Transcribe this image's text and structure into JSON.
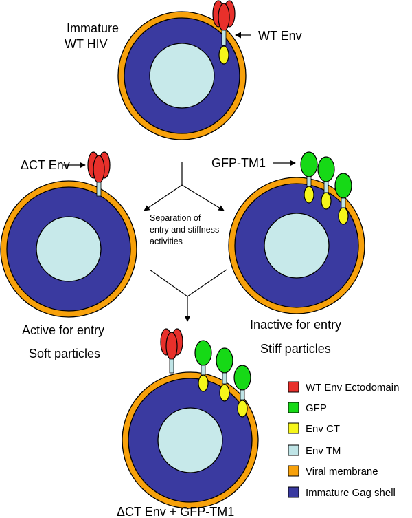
{
  "colors": {
    "env_ectodomain": "#e8302b",
    "gfp": "#16d916",
    "env_ct": "#f5f51a",
    "env_tm": "#bfe4e6",
    "viral_membrane": "#f7a10b",
    "gag_shell": "#3a3aa0",
    "core": "#c7e9ea"
  },
  "labels": {
    "immature_line1": "Immature",
    "immature_line2": "WT HIV",
    "wt_env": "WT Env",
    "dct_env": "ΔCT Env",
    "gfp_tm1": "GFP-TM1",
    "separation_line1": "Separation of",
    "separation_line2": "entry and stiffness",
    "separation_line3": "activities",
    "active_for_entry": "Active for entry",
    "soft_particles": "Soft particles",
    "inactive_for_entry": "Inactive for entry",
    "stiff_particles": "Stiff particles",
    "combined": "ΔCT Env + GFP-TM1"
  },
  "legend": [
    {
      "label": "WT Env Ectodomain",
      "color": "#e8302b"
    },
    {
      "label": "GFP",
      "color": "#16d916"
    },
    {
      "label": "Env CT",
      "color": "#f5f51a"
    },
    {
      "label": "Env TM",
      "color": "#bfe4e6"
    },
    {
      "label": "Viral membrane",
      "color": "#f7a10b"
    },
    {
      "label": "Immature Gag shell",
      "color": "#3a3aa0"
    }
  ]
}
